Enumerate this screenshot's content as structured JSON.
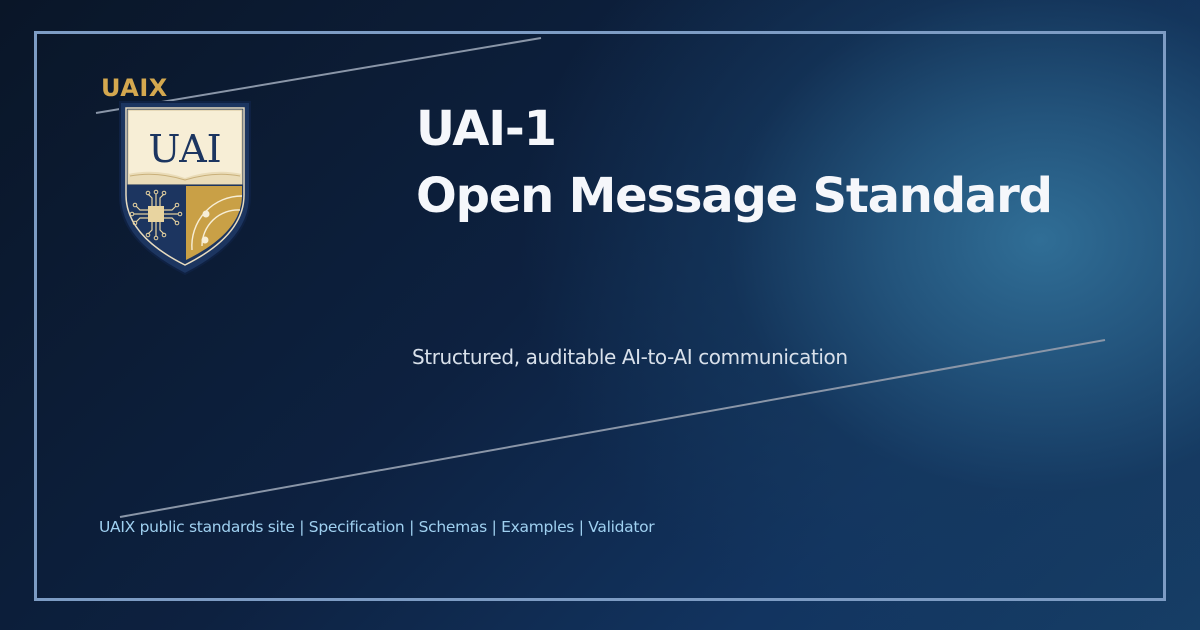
{
  "brand": {
    "wordmark": "UAIX",
    "shield_text": "UAI",
    "colors": {
      "gold": "#d4a84f",
      "navy": "#1c3560",
      "cream": "#f7eed6"
    }
  },
  "title": {
    "line1": "UAI-1",
    "line2": "Open Message Standard"
  },
  "subtitle": "Structured, auditable AI-to-AI communication",
  "footer": {
    "links": [
      {
        "label": "UAIX public standards site"
      },
      {
        "label": "Specification"
      },
      {
        "label": "Schemas"
      },
      {
        "label": "Examples"
      },
      {
        "label": "Validator"
      }
    ],
    "separator": "|"
  },
  "theme": {
    "background": "#0b1a30",
    "glow": "#2e6a91",
    "frame": "#7d9cc4",
    "title_color": "#f5f7fb",
    "subtitle_color": "#d8e0ea",
    "footer_color": "#9fd0f0",
    "line_color": "#8a96a8"
  }
}
